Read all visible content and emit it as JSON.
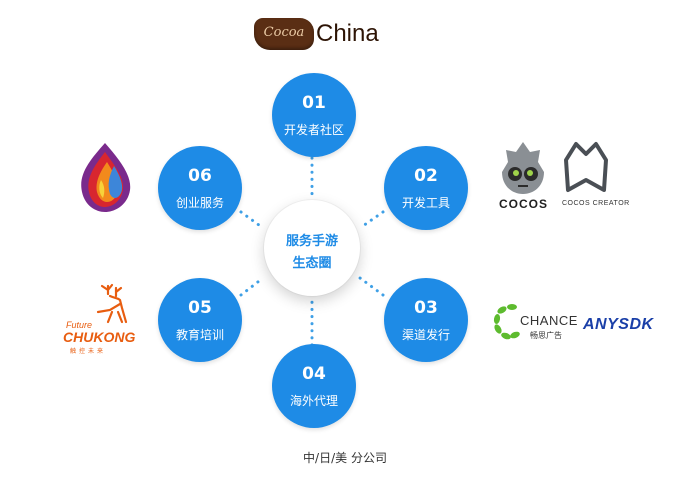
{
  "logo": {
    "badge_text": "Cocoa",
    "text": "China"
  },
  "center": {
    "line1": "服务手游",
    "line2": "生态圈"
  },
  "nodes": [
    {
      "num": "01",
      "label": "开发者社区"
    },
    {
      "num": "02",
      "label": "开发工具"
    },
    {
      "num": "03",
      "label": "渠道发行"
    },
    {
      "num": "04",
      "label": "海外代理"
    },
    {
      "num": "05",
      "label": "教育培训"
    },
    {
      "num": "06",
      "label": "创业服务"
    }
  ],
  "logos": {
    "cocos": "COCOS",
    "cocos_creator": "COCOS CREATOR",
    "chance": "CHANCE",
    "chance_sub": "畅思广告",
    "anysdk": "ANYSDK",
    "future": "Future",
    "chukong": "CHUKONG",
    "chukong_sub": "触控未来"
  },
  "footer": "中/日/美 分公司",
  "colors": {
    "node": "#1e8be6",
    "center_text": "#1e8be6",
    "dots": "#3fa0e6"
  }
}
